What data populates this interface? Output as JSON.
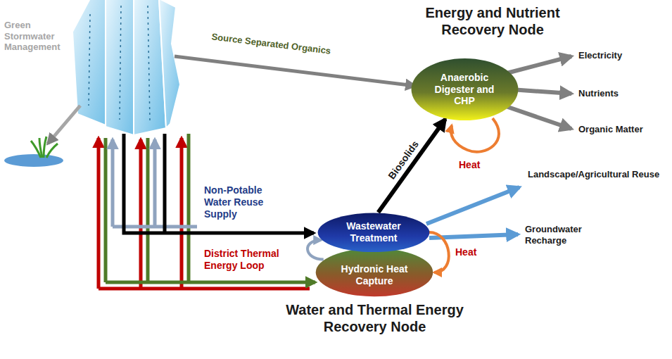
{
  "diagram": {
    "nodes": [
      {
        "text": [
          "Anaerobic Digester and CHP"
        ]
      },
      {
        "text": [
          "Wastewater Treatment"
        ]
      },
      {
        "text": [
          "Hydronic Heat Capture"
        ]
      }
    ],
    "edges": [
      {
        "from": 1,
        "to": 0,
        "label": "Biosolids",
        "arrow": "to"
      },
      {
        "from": 1,
        "to": 2,
        "label": "Heat",
        "arrow": "to"
      },
      {
        "from": 2,
        "to": 1,
        "arrow": "to"
      }
    ],
    "labels": [
      "Energy and Nutrient Recovery Node",
      "Water and Thermal Energy Recovery Node",
      "Green Stormwater Management",
      "Source Separated Organics",
      "Electricity",
      "Nutrients",
      "Organic Matter",
      "Heat",
      "Landscape/Agricultural Reuse",
      "Groundwater Recharge",
      "Non-Potable Water Reuse Supply",
      "District Thermal Energy Loop"
    ]
  }
}
